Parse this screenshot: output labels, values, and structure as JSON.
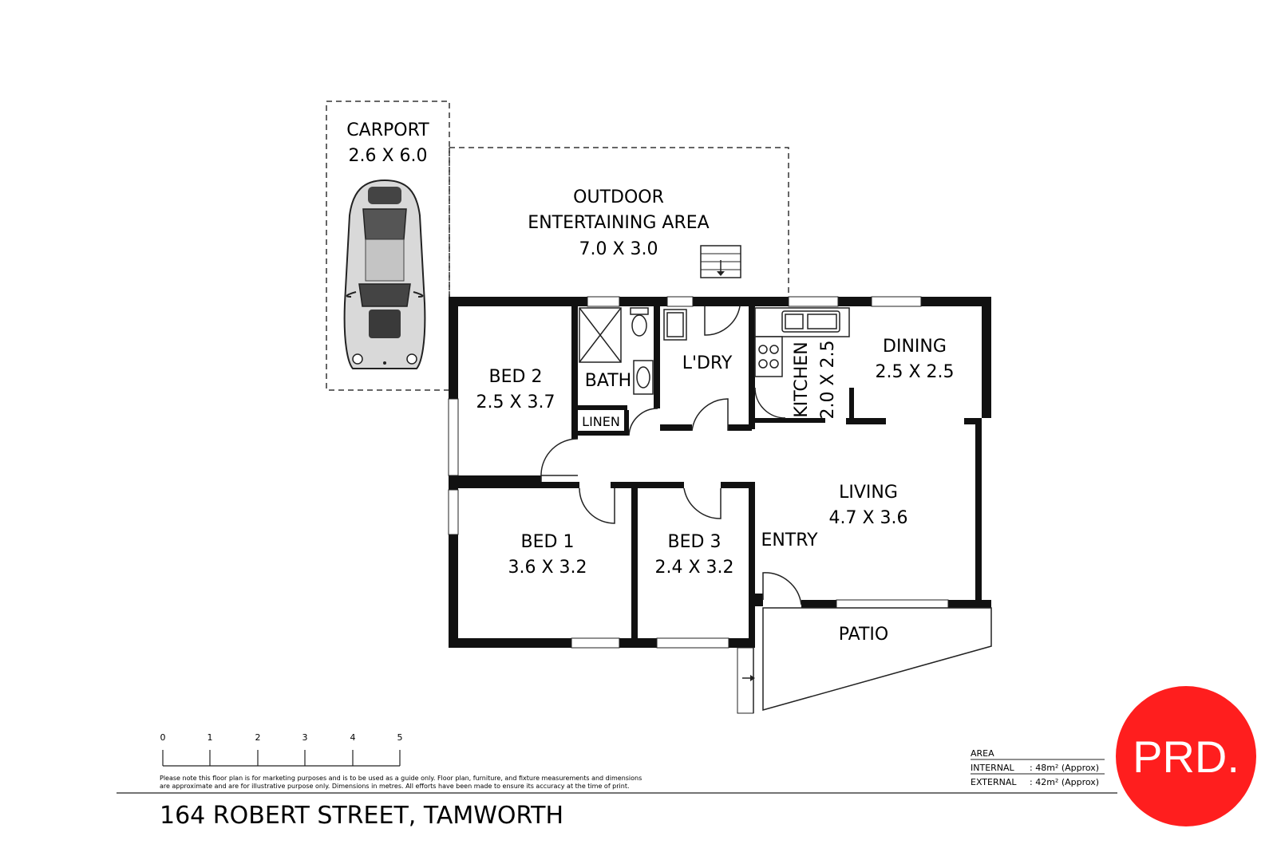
{
  "plan": {
    "address": "164 ROBERT STREET, TAMWORTH",
    "disclaimer_line1": "Please note this floor plan is for marketing purposes and is to be used as a guide only. Floor plan, furniture, and fixture measurements and dimensions",
    "disclaimer_line2": "are approximate and are for illustrative purpose only. Dimensions in metres. All efforts have been made to ensure its accuracy at the time of print.",
    "scale_ticks": [
      "0",
      "1",
      "2",
      "3",
      "4",
      "5"
    ],
    "area": {
      "heading": "AREA",
      "internal_label": "INTERNAL",
      "internal_value": ": 48m² (Approx)",
      "external_label": "EXTERNAL",
      "external_value": ": 42m² (Approx)"
    },
    "logo_text": "PRD.",
    "colors": {
      "logo_red": "#ff1e1e",
      "wall": "#111111"
    },
    "rooms": {
      "carport": {
        "name": "CARPORT",
        "dims": "2.6 X 6.0"
      },
      "outdoor": {
        "name1": "OUTDOOR",
        "name2": "ENTERTAINING AREA",
        "dims": "7.0 X 3.0"
      },
      "bed2": {
        "name": "BED 2",
        "dims": "2.5 X 3.7"
      },
      "bath": {
        "name": "BATH"
      },
      "linen": {
        "name": "LINEN"
      },
      "laundry": {
        "name": "L'DRY"
      },
      "kitchen": {
        "name": "KITCHEN",
        "dims": "2.0 X 2.5"
      },
      "dining": {
        "name": "DINING",
        "dims": "2.5 X 2.5"
      },
      "living": {
        "name": "LIVING",
        "dims": "4.7 X 3.6"
      },
      "entry": {
        "name": "ENTRY"
      },
      "bed1": {
        "name": "BED 1",
        "dims": "3.6 X 3.2"
      },
      "bed3": {
        "name": "BED 3",
        "dims": "2.4 X 3.2"
      },
      "patio": {
        "name": "PATIO"
      }
    }
  }
}
